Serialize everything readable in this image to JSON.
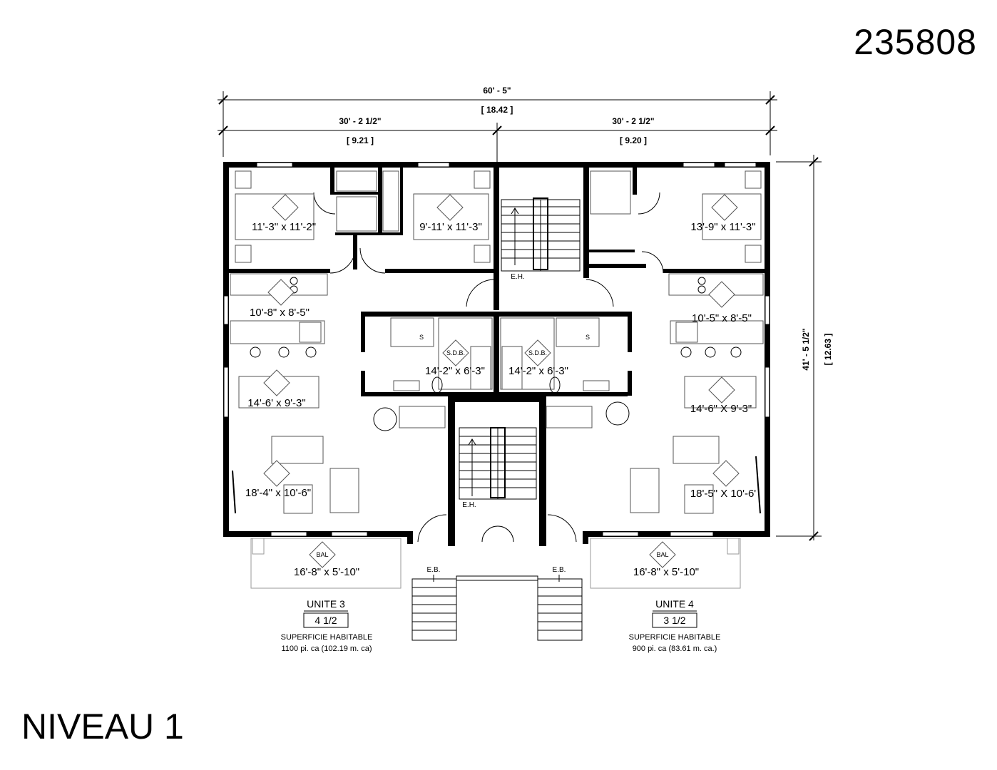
{
  "plan_id": "235808",
  "level": "NIVEAU 1",
  "dimensions": {
    "overall_width": "60' - 5\"",
    "overall_width_m": "[ 18.42 ]",
    "left_width": "30' - 2 1/2\"",
    "left_width_m": "[ 9.21 ]",
    "right_width": "30' - 2 1/2\"",
    "right_width_m": "[ 9.20 ]",
    "depth": "41' - 5 1/2\"",
    "depth_m": "[ 12.63 ]"
  },
  "rooms": {
    "u3_bed1": "11'-3\" x 11'-2\"",
    "u3_bed2": "9'-11' x 11'-3\"",
    "u3_kitchen": "10'-8\" x 8'-5\"",
    "u3_dining": "14'-6' x 9'-3\"",
    "u3_living": "18'-4\" x 10'-6\"",
    "u3_bath": "14'-2\" x 6'-3\"",
    "u3_balcony": "16'-8\" x 5'-10\"",
    "u4_bed1": "13'-9\" x 11'-3\"",
    "u4_kitchen": "10'-5\" x 8'-5\"",
    "u4_dining": "14'-6\" X 9'-3\"",
    "u4_living": "18'-5\" X 10'-6'",
    "u4_bath": "14'-2\" x 6'-3\"",
    "u4_balcony": "16'-8\" x 5'-10\""
  },
  "tags": {
    "stair_top": "E.H.",
    "stair_bottom": "E.H.",
    "entry_left": "E.B.",
    "entry_right": "E.B.",
    "bath_left": "S.D.B.",
    "bath_right": "S.D.B.",
    "balcony_left": "BAL",
    "balcony_right": "BAL",
    "sink_left": "S",
    "sink_right": "S"
  },
  "units": [
    {
      "name": "UNITE 3",
      "type": "4 1/2",
      "area_label": "SUPERFICIE HABITABLE",
      "area": "1100 pi. ca (102.19 m. ca)"
    },
    {
      "name": "UNITE 4",
      "type": "3 1/2",
      "area_label": "SUPERFICIE HABITABLE",
      "area": "900 pi. ca (83.61 m. ca.)"
    }
  ]
}
